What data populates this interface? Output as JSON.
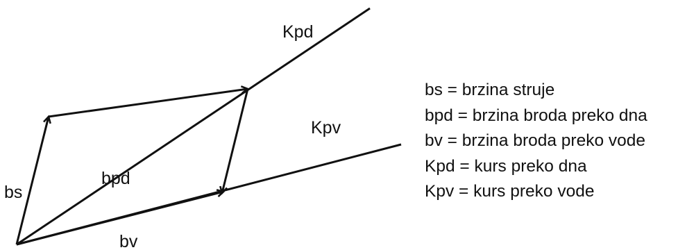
{
  "diagram": {
    "vectors": [
      {
        "id": "bs",
        "label": "bs"
      },
      {
        "id": "bpd",
        "label": "bpd"
      },
      {
        "id": "bv",
        "label": "bv"
      }
    ],
    "lines": [
      {
        "id": "kpd",
        "label": "Kpd"
      },
      {
        "id": "kpv",
        "label": "Kpv"
      }
    ],
    "stroke_color": "#111111"
  },
  "legend": {
    "items": [
      "bs = brzina struje",
      "bpd = brzina broda preko dna",
      "bv = brzina broda preko vode",
      "Kpd = kurs preko dna",
      "Kpv = kurs preko vode"
    ]
  }
}
